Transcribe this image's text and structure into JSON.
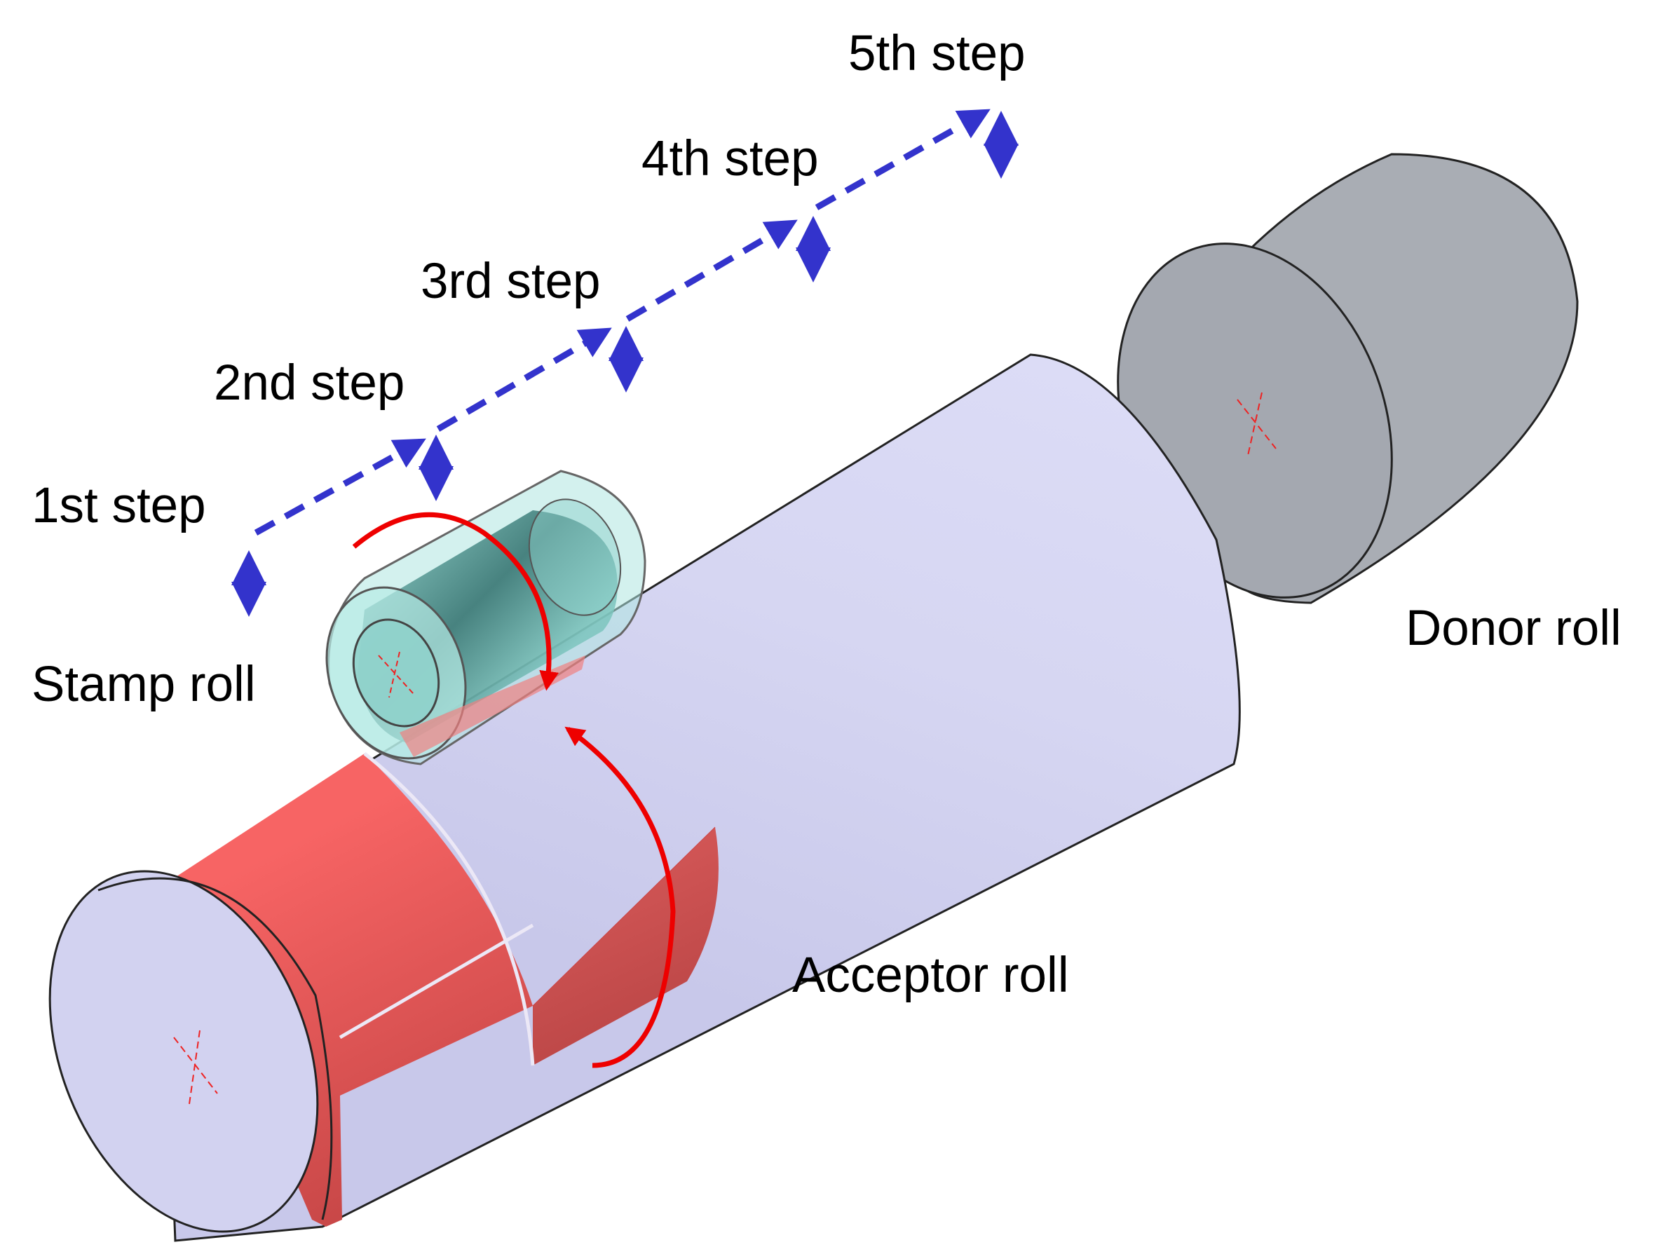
{
  "labels": {
    "step1": "1st step",
    "step2": "2nd step",
    "step3": "3rd step",
    "step4": "4th step",
    "step5": "5th step",
    "stamp_roll": "Stamp roll",
    "donor_roll": "Donor roll",
    "acceptor_roll": "Acceptor roll"
  },
  "colors": {
    "step_arrow": "#3333cc",
    "rotation_arrow": "#ee0000",
    "acceptor_body": "#d4d4f0",
    "pattern": "#f06060",
    "donor_body": "#a9adb4",
    "stamp_body": "#aee6e0",
    "axis_mark": "#ee2222",
    "outline": "#222222"
  }
}
